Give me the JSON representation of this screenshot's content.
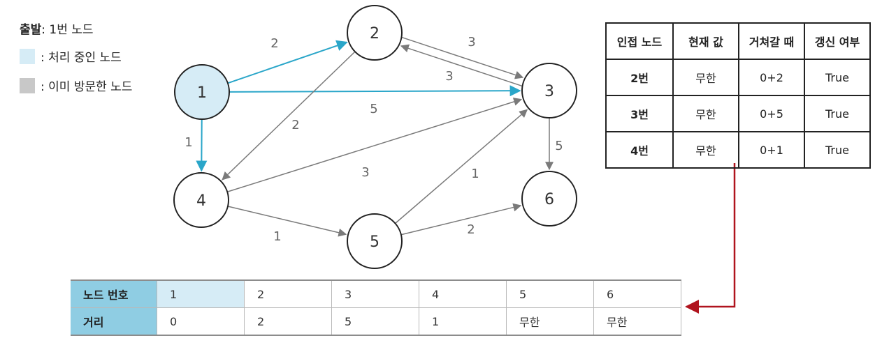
{
  "legend": {
    "start_label": "출발",
    "start_value": ": 1번 노드",
    "processing_label": ": 처리 중인 노드",
    "visited_label": ": 이미 방문한 노드",
    "processing_color": "#d6ecf6",
    "visited_color": "#c8c8c8"
  },
  "graph": {
    "nodes": [
      {
        "id": "1",
        "state": "processing"
      },
      {
        "id": "2",
        "state": "normal"
      },
      {
        "id": "3",
        "state": "normal"
      },
      {
        "id": "4",
        "state": "normal"
      },
      {
        "id": "5",
        "state": "normal"
      },
      {
        "id": "6",
        "state": "normal"
      }
    ],
    "edges": [
      {
        "from": "1",
        "to": "2",
        "weight": "2",
        "highlight": true
      },
      {
        "from": "1",
        "to": "3",
        "weight": "5",
        "highlight": true
      },
      {
        "from": "1",
        "to": "4",
        "weight": "1",
        "highlight": true
      },
      {
        "from": "2",
        "to": "3",
        "weight": "3",
        "highlight": false
      },
      {
        "from": "3",
        "to": "2",
        "weight": "3",
        "highlight": false
      },
      {
        "from": "2",
        "to": "4",
        "weight": "2",
        "highlight": false
      },
      {
        "from": "4",
        "to": "3",
        "weight": "3",
        "highlight": false
      },
      {
        "from": "4",
        "to": "5",
        "weight": "1",
        "highlight": false
      },
      {
        "from": "5",
        "to": "3",
        "weight": "1",
        "highlight": false
      },
      {
        "from": "5",
        "to": "6",
        "weight": "2",
        "highlight": false
      },
      {
        "from": "3",
        "to": "6",
        "weight": "5",
        "highlight": false
      }
    ],
    "highlight_color": "#2aa6c9",
    "edge_color": "#7a7a7a"
  },
  "adjacency_table": {
    "headers": [
      "인접 노드",
      "현재 값",
      "거쳐갈 때",
      "갱신 여부"
    ],
    "rows": [
      [
        "2번",
        "무한",
        "0+2",
        "True"
      ],
      [
        "3번",
        "무한",
        "0+5",
        "True"
      ],
      [
        "4번",
        "무한",
        "0+1",
        "True"
      ]
    ]
  },
  "distance_table": {
    "node_header": "노드 번호",
    "distance_header": "거리",
    "nodes": [
      "1",
      "2",
      "3",
      "4",
      "5",
      "6"
    ],
    "distances": [
      "0",
      "2",
      "5",
      "1",
      "무한",
      "무한"
    ],
    "head_color": "#8fcde3",
    "active_color": "#d6ecf6"
  },
  "connector_color": "#b0141e"
}
